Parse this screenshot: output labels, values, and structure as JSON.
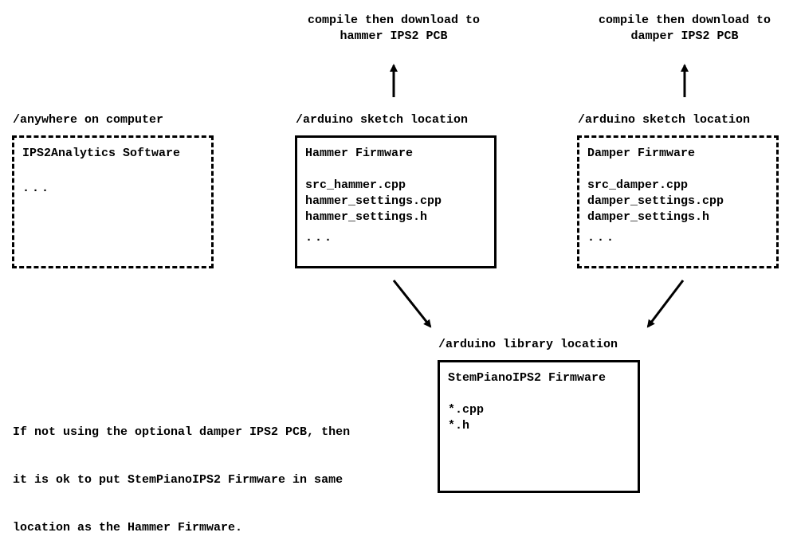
{
  "captions": {
    "hammer_compile": [
      "compile then download to",
      "hammer IPS2 PCB"
    ],
    "damper_compile": [
      "compile then download to",
      "damper IPS2 PCB"
    ]
  },
  "locations": {
    "anywhere": "/anywhere on computer",
    "hammer_sketch": "/arduino sketch location",
    "damper_sketch": "/arduino sketch location",
    "library": "/arduino library location"
  },
  "boxes": {
    "analytics": {
      "title": "IPS2Analytics Software",
      "files": [],
      "ellipsis": "..."
    },
    "hammer": {
      "title": "Hammer Firmware",
      "files": [
        "src_hammer.cpp",
        "hammer_settings.cpp",
        "hammer_settings.h"
      ],
      "ellipsis": "..."
    },
    "damper": {
      "title": "Damper Firmware",
      "files": [
        "src_damper.cpp",
        "damper_settings.cpp",
        "damper_settings.h"
      ],
      "ellipsis": "..."
    },
    "library": {
      "title": "StemPianoIPS2 Firmware",
      "files": [
        "*.cpp",
        "*.h"
      ]
    }
  },
  "note": [
    "If not using the optional damper IPS2 PCB, then",
    "it is ok to put StemPianoIPS2 Firmware in same",
    "location as the Hammer Firmware."
  ]
}
